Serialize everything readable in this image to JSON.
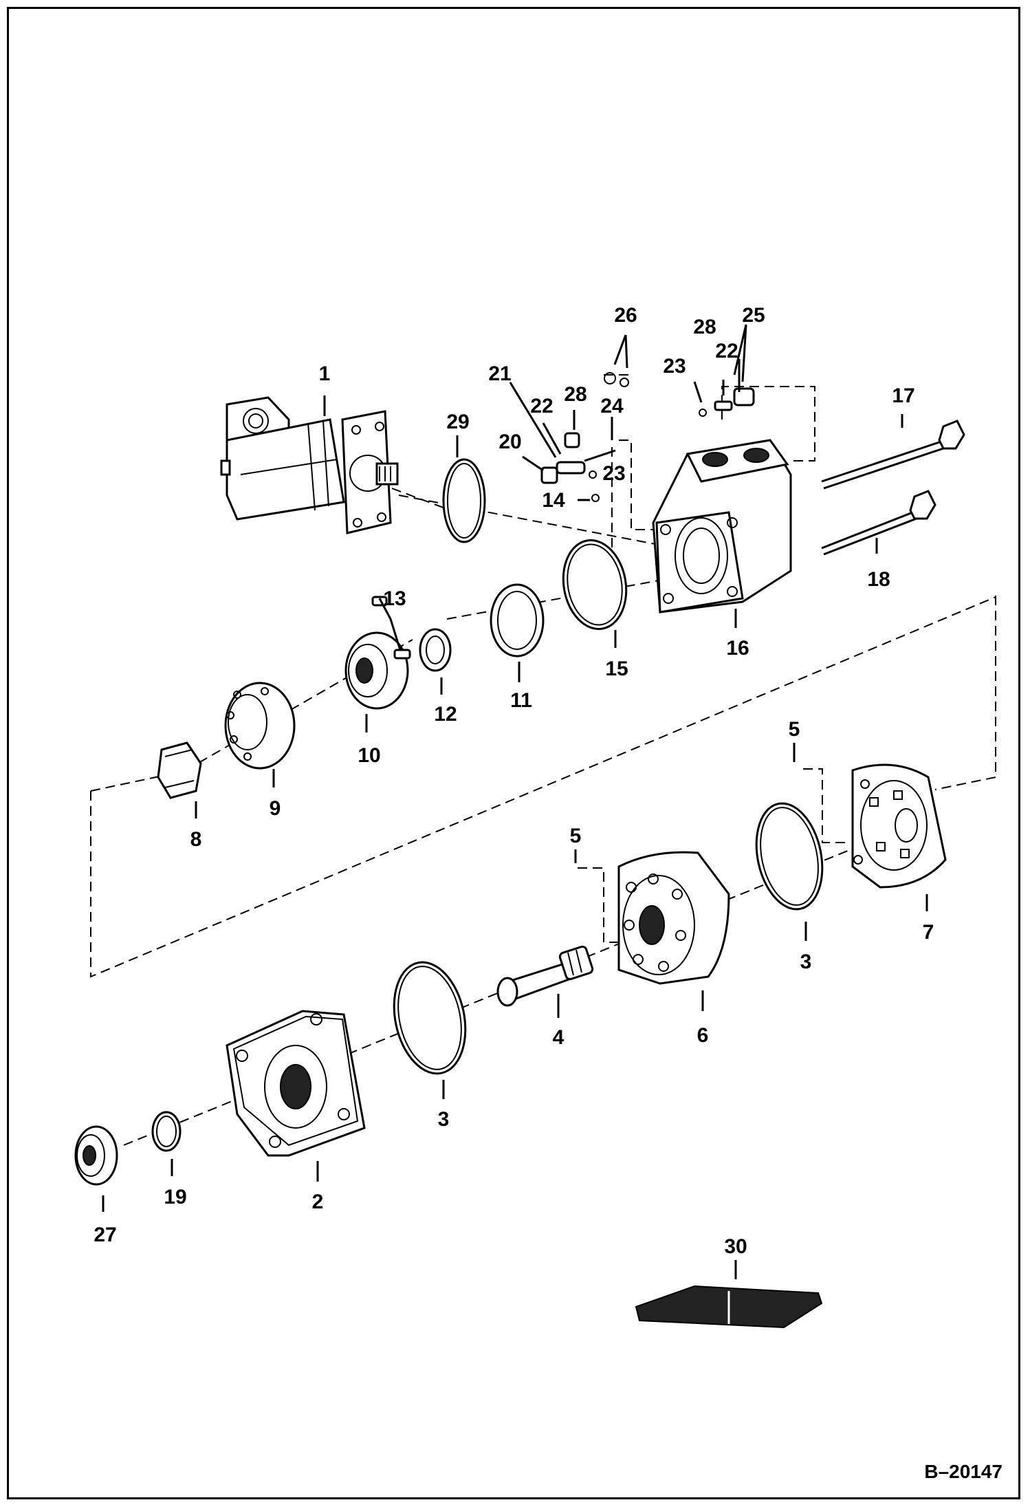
{
  "diagram": {
    "callouts": [
      "1",
      "2",
      "3",
      "3",
      "4",
      "5",
      "5",
      "6",
      "7",
      "8",
      "9",
      "10",
      "11",
      "12",
      "13",
      "14",
      "15",
      "16",
      "17",
      "18",
      "19",
      "20",
      "21",
      "22",
      "22",
      "23",
      "23",
      "24",
      "25",
      "26",
      "27",
      "28",
      "28",
      "29",
      "30"
    ]
  },
  "footer": {
    "doc_number": "B–20147"
  }
}
